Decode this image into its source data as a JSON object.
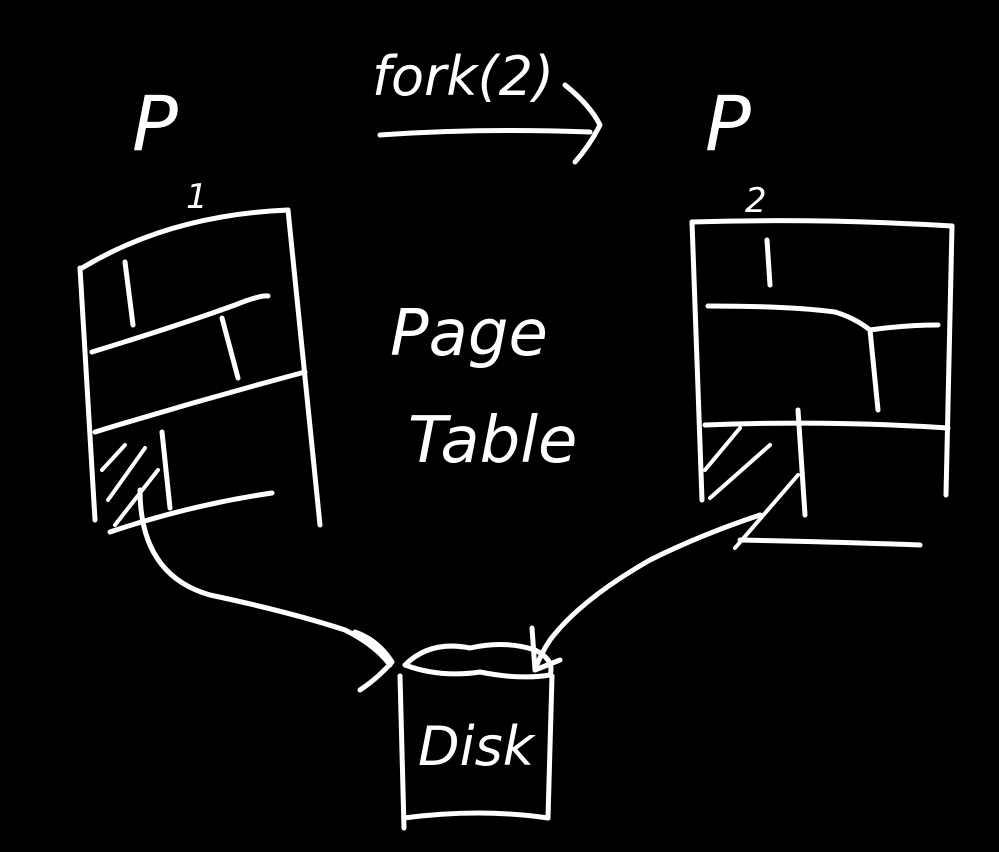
{
  "colors": {
    "background": "#000000",
    "ink": "#ffffff"
  },
  "labels": {
    "process1": "P",
    "process1_subscript": "1",
    "process2": "P",
    "process2_subscript": "2",
    "arrow_label": "fork(2)",
    "center_line1": "Page",
    "center_line2": "Table",
    "disk": "Disk"
  }
}
